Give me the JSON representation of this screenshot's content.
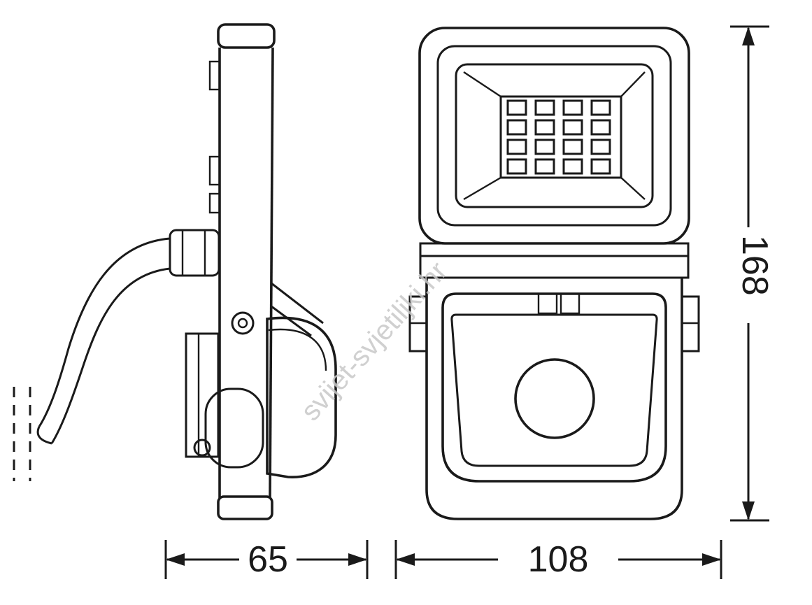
{
  "page": {
    "background_color": "#ffffff",
    "line_color": "#1a1a1a"
  },
  "watermark": {
    "text": "svijet-svjetiljki.hr",
    "color": "#c8c8c8"
  },
  "dimensions": {
    "side_width": "65",
    "front_width": "108",
    "height": "168"
  }
}
